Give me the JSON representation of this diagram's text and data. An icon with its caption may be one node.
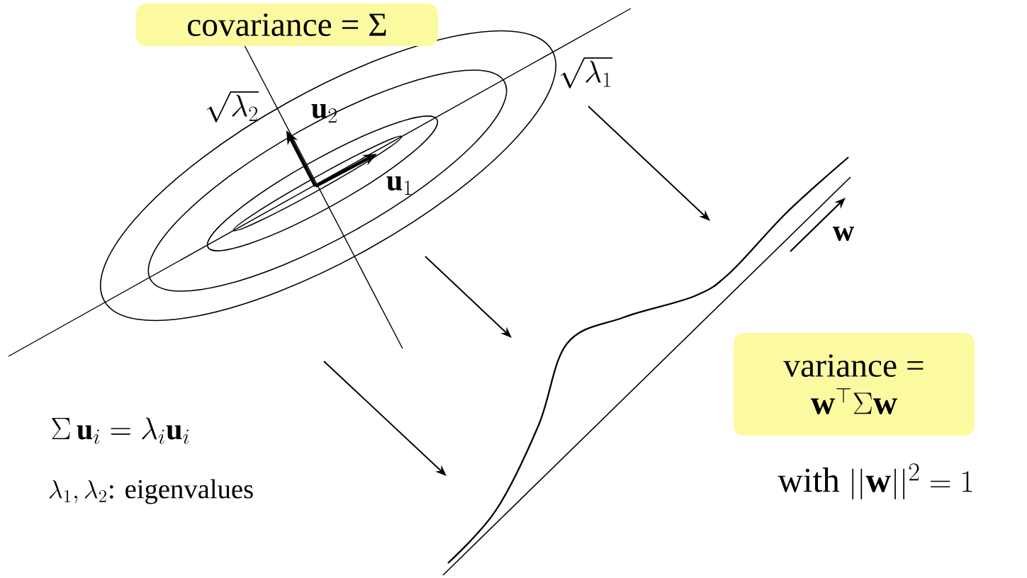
{
  "diagram": {
    "nodes": [
      {
        "text": [
          "covariance = Σ"
        ]
      },
      {
        "text": [
          "variance =",
          "\\mathbf{w}^{\\top}\\Sigma\\mathbf{w}"
        ]
      }
    ],
    "labels": [
      "\\sqrt{\\lambda_2}",
      "\\mathbf{u}_2",
      "\\sqrt{\\lambda_1}",
      "\\mathbf{u}_1",
      "\\mathbf{w}",
      "\\mbox{with }||\\mathbf{w}||^2=1",
      "\\Sigma\\,\\mathbf{u}_i=\\lambda_i\\mathbf{u}_i",
      "\\lambda_1,\\lambda_2\\mbox{: eigenvalues}"
    ]
  }
}
